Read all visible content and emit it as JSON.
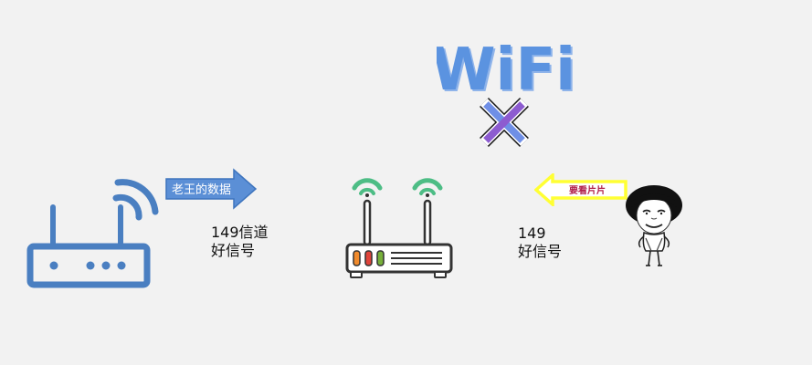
{
  "title": "WiFi",
  "icons": {
    "cross": "cross-mark-icon",
    "left_router": "router-icon",
    "center_router": "wifi-router-icon",
    "meme": "meme-face-icon"
  },
  "left": {
    "arrow_label": "老王的数据",
    "caption_line1": "149信道",
    "caption_line2": "好信号"
  },
  "right": {
    "arrow_label": "要看片片",
    "caption_line1": "149",
    "caption_line2": "好信号"
  },
  "colors": {
    "title_blue": "#5b93e0",
    "router_blue": "#4a7fc1",
    "arrow_blue": "#5b8fd6",
    "signal_green": "#4dbd85",
    "cross_blue": "#6f8fe6",
    "cross_purple": "#8d5cd0",
    "arrow_yellow": "#ffff33",
    "led_orange": "#f08a2c",
    "led_red": "#e0443a",
    "led_green": "#77b03a"
  }
}
